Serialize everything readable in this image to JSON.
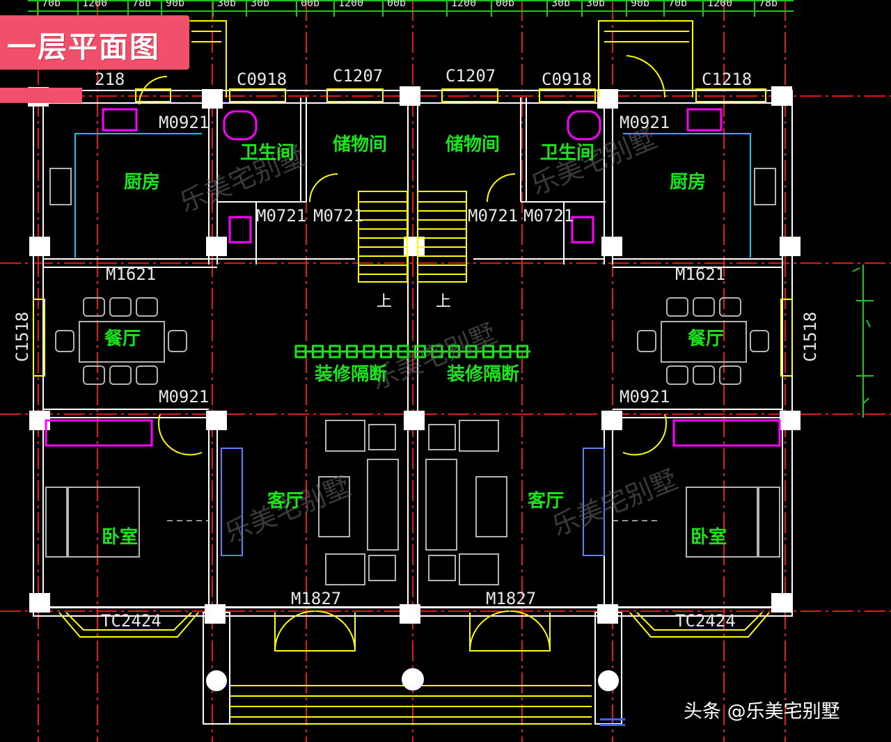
{
  "banner": {
    "title": "一层平面图"
  },
  "credit": "头条 @乐美宅别墅",
  "watermark": "乐美宅别墅",
  "top_dims": [
    "70b",
    "1200",
    "78b",
    "90b",
    "30b",
    "30b",
    "00b",
    "1200",
    "00b",
    "1200",
    "00b",
    "30b",
    "30b",
    "90b",
    "70b",
    "1200",
    "78b"
  ],
  "windows": {
    "w_218": "218",
    "c0918_l": "C0918",
    "c1207_l": "C1207",
    "c1207_r": "C1207",
    "c0918_r": "C0918",
    "c1218": "C1218",
    "c1518_l": "C1518",
    "c1518_r": "C1518",
    "tc2424_l": "TC2424",
    "tc2424_r": "TC2424"
  },
  "doors": {
    "m0921_kl": "M0921",
    "m0921_kr": "M0921",
    "m0721_1": "M0721",
    "m0721_2": "M0721",
    "m0721_3": "M0721",
    "m0721_4": "M0721",
    "m1621_l": "M1621",
    "m1621_r": "M1621",
    "m0921_bl": "M0921",
    "m0921_br": "M0921",
    "m1827_l": "M1827",
    "m1827_r": "M1827"
  },
  "rooms": {
    "bath_l": "卫生间",
    "storage_l": "储物间",
    "storage_r": "储物间",
    "bath_r": "卫生间",
    "kitchen_l": "厨房",
    "kitchen_r": "厨房",
    "dining_l": "餐厅",
    "dining_r": "餐厅",
    "partition_l": "装修隔断",
    "partition_r": "装修隔断",
    "living_l": "客厅",
    "living_r": "客厅",
    "bed_l": "卧室",
    "bed_r": "卧室",
    "up_l": "上",
    "up_r": "上"
  },
  "colors": {
    "wall": "#ffffff",
    "axis": "#e01818",
    "grid_green": "#19c819",
    "window": "#ffff00",
    "room_text": "#19e619",
    "furniture": "#b4b4b4",
    "magenta": "#ff00ff",
    "cyan": "#00c8ff",
    "banner": "#f0506a"
  }
}
